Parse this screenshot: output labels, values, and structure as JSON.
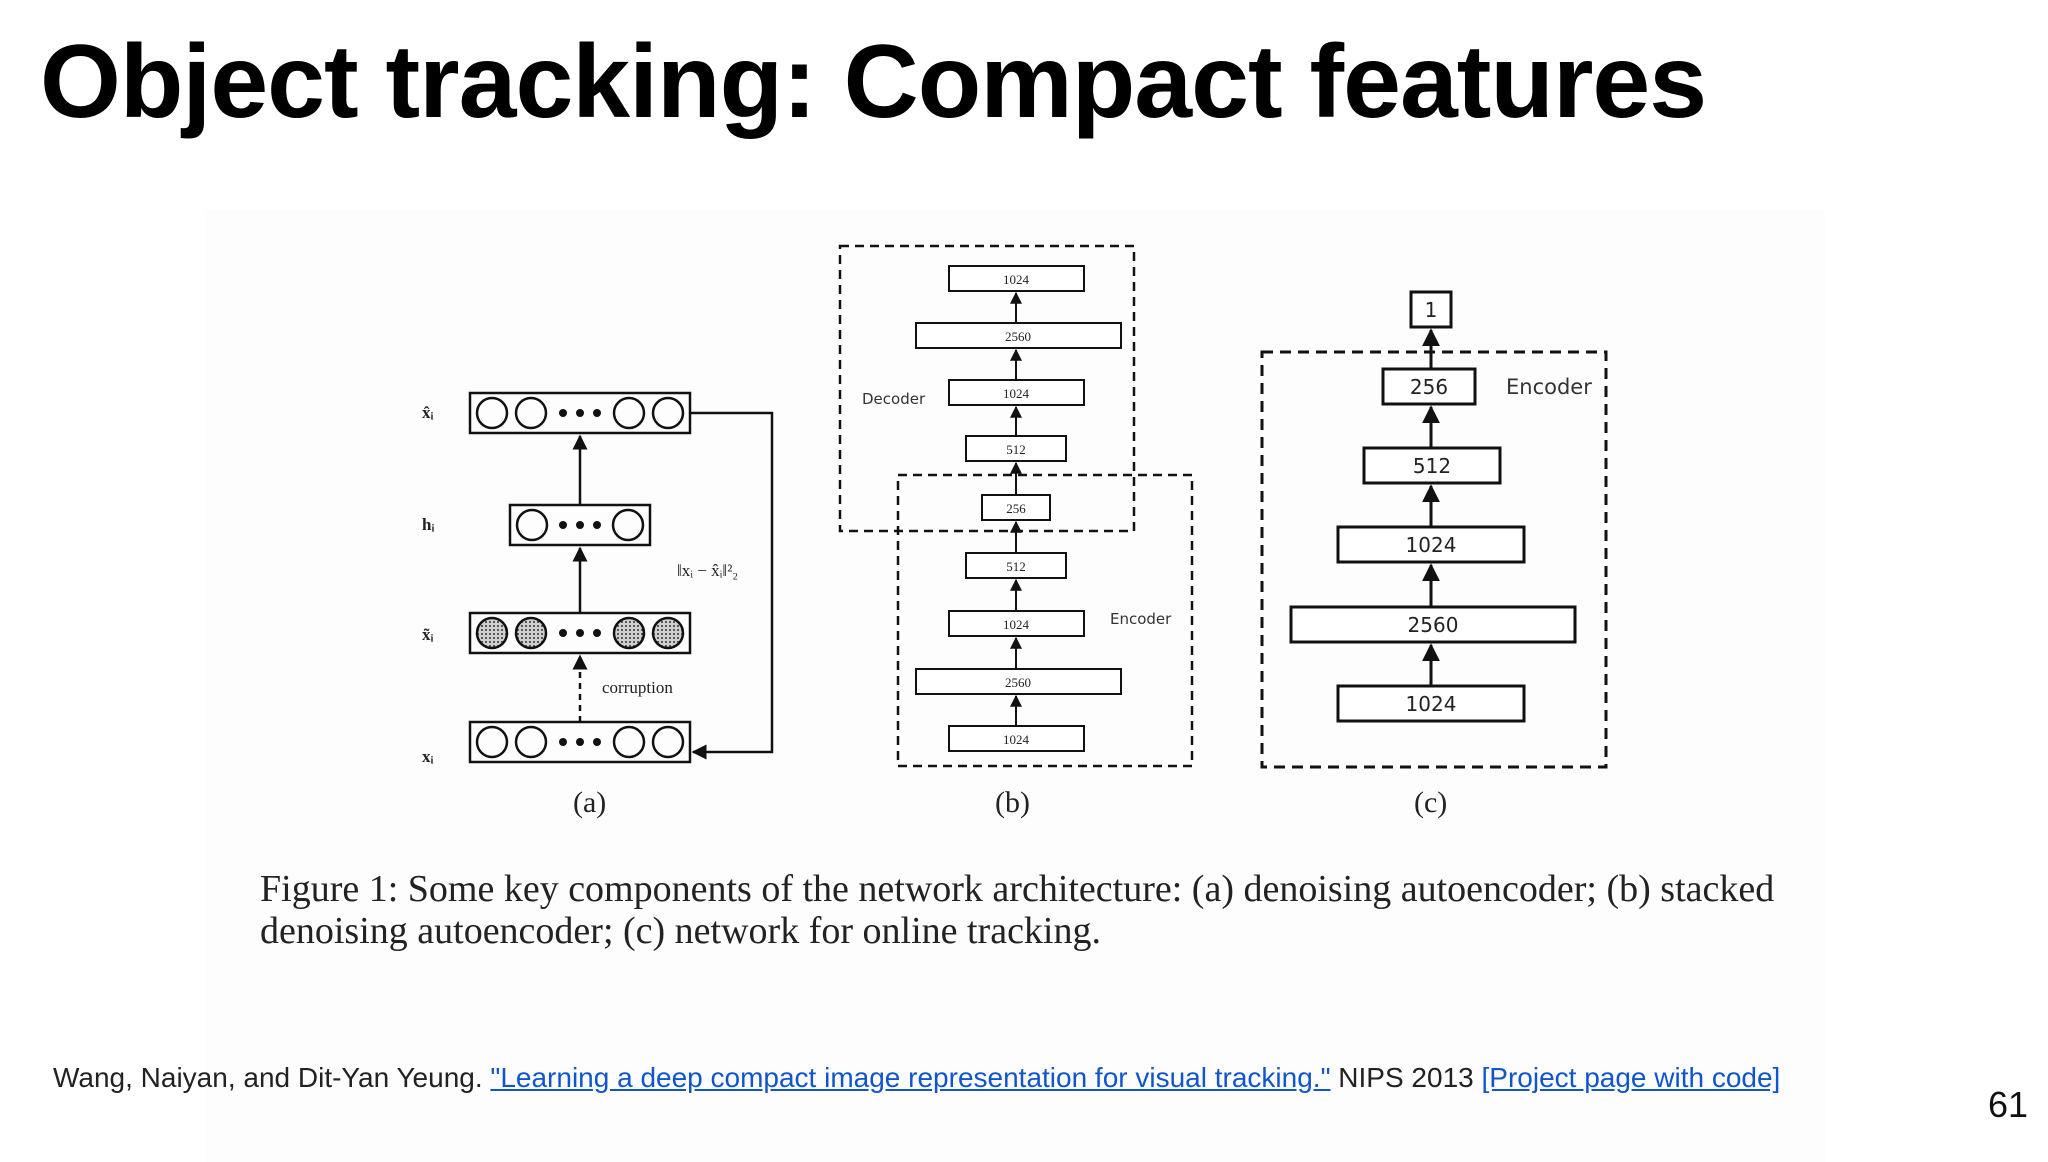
{
  "slide": {
    "title": "Object tracking: Compact features",
    "page_number": "61"
  },
  "figure": {
    "panel_a": {
      "labels": {
        "x_hat": "x̂ᵢ",
        "h": "hᵢ",
        "x_tilde": "x̃ᵢ",
        "x": "xᵢ"
      },
      "loss": "‖xᵢ − x̂ᵢ‖²₂",
      "corruption": "corruption",
      "sublabel": "(a)"
    },
    "panel_b": {
      "decoder_label": "Decoder",
      "encoder_label": "Encoder",
      "layers": [
        "1024",
        "2560",
        "1024",
        "512",
        "256",
        "512",
        "1024",
        "2560",
        "1024"
      ],
      "sublabel": "(b)"
    },
    "panel_c": {
      "output": "1",
      "encoder_label": "Encoder",
      "layers": [
        "256",
        "512",
        "1024",
        "2560",
        "1024"
      ],
      "sublabel": "(c)"
    },
    "caption_line1": "Figure 1: Some key components of the network architecture: (a) denoising autoencoder; (b) stacked",
    "caption_line2": "denoising autoencoder; (c) network for online tracking."
  },
  "citation": {
    "authors": "Wang, Naiyan, and Dit-Yan Yeung. ",
    "paper_link": "\"Learning a deep compact image representation for visual tracking.\"",
    "venue": " NIPS 2013 ",
    "project_link": "[Project page with code]",
    "link_color": "#1155cc"
  }
}
